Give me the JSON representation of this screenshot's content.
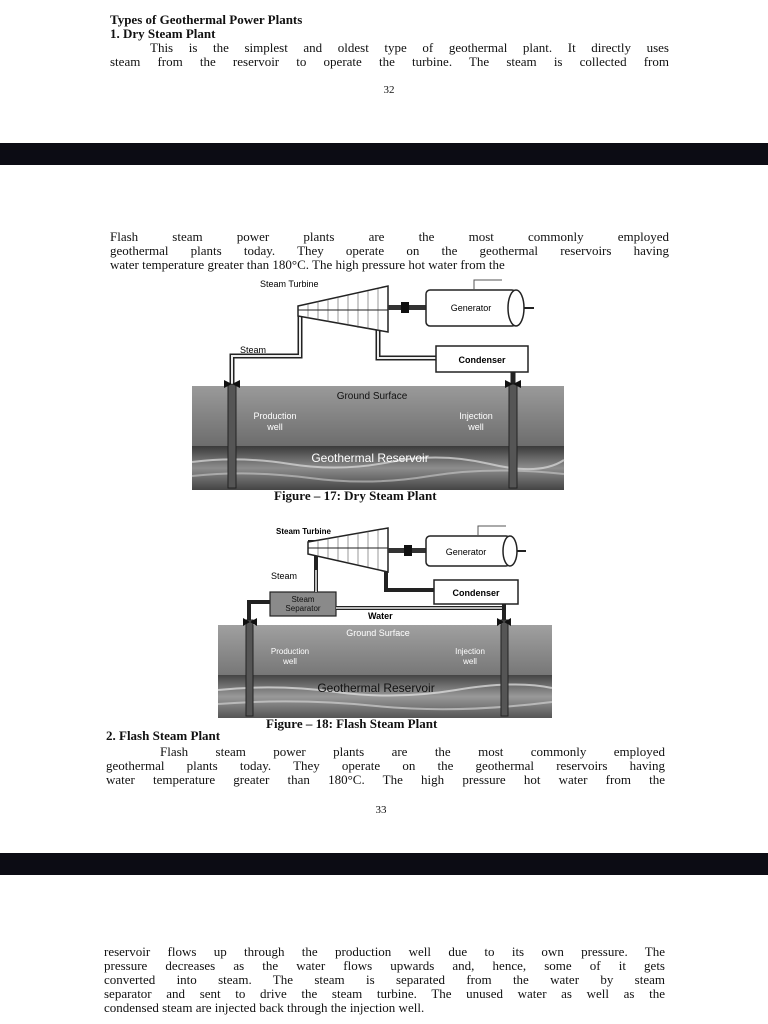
{
  "page1": {
    "section_title": "Types of Geothermal Power Plants",
    "subsection_title": "1. Dry Steam Plant",
    "para_lines": [
      "This is the simplest and oldest type of geothermal plant. It directly uses",
      "steam from the reservoir to operate the turbine. The steam is collected from"
    ],
    "page_number": "32"
  },
  "page2": {
    "para_lines": [
      "Flash steam power plants are the most commonly employed",
      "geothermal plants today. They operate on the geothermal reservoirs having",
      "water temperature greater than 180°C. The high pressure hot water from the"
    ],
    "figure17": {
      "labels": {
        "turbine": "Steam Turbine",
        "generator": "Generator",
        "steam": "Steam",
        "condenser": "Condenser",
        "ground": "Ground Surface",
        "production1": "Production",
        "production2": "well",
        "injection1": "Injection",
        "injection2": "well",
        "reservoir": "Geothermal Reservoir"
      },
      "caption": "Figure – 17: Dry Steam Plant"
    },
    "figure18": {
      "labels": {
        "turbine": "Steam Turbine",
        "generator": "Generator",
        "steam": "Steam",
        "separator1": "Steam",
        "separator2": "Separator",
        "condenser": "Condenser",
        "water": "Water",
        "ground": "Ground Surface",
        "production1": "Production",
        "production2": "well",
        "injection1": "Injection",
        "injection2": "well",
        "reservoir": "Geothermal Reservoir"
      },
      "caption": "Figure – 18: Flash Steam Plant"
    },
    "subsection_title": "2. Flash Steam Plant",
    "page_number": "33"
  },
  "page3": {
    "para_lines": [
      "reservoir flows up through the production well due to its own pressure. The",
      "pressure decreases as the water flows upwards and, hence, some of it gets",
      "converted into steam. The steam is separated from the water by steam",
      "separator and sent to drive the steam turbine. The unused water as well as the",
      "condensed steam are injected back through the injection well."
    ]
  }
}
